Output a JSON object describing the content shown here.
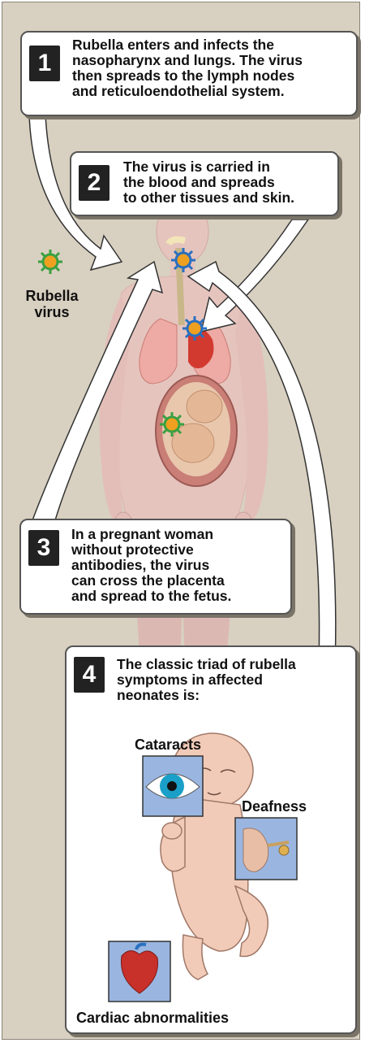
{
  "steps": [
    {
      "number": "1",
      "lines": [
        "Rubella enters and infects the",
        "nasopharynx and lungs. The virus",
        "then spreads to the lymph nodes",
        "and reticuloendothelial system."
      ]
    },
    {
      "number": "2",
      "lines": [
        "The virus is carried in",
        "the blood and spreads",
        "to other tissues and skin."
      ]
    },
    {
      "number": "3",
      "lines": [
        "In a pregnant woman",
        "without protective",
        "antibodies, the virus",
        "can cross the placenta",
        "and spread to the fetus."
      ]
    },
    {
      "number": "4",
      "lines": [
        "The classic triad of rubella",
        "symptoms in affected",
        "neonates is:"
      ]
    }
  ],
  "virus_label": [
    "Rubella",
    "virus"
  ],
  "symptoms": {
    "cataracts": "Cataracts",
    "deafness": "Deafness",
    "cardiac": "Cardiac abnormalities"
  },
  "colors": {
    "background": "#d8d0c0",
    "body": "#e6c4be",
    "virus_green": "#3aa040",
    "virus_orange": "#f0a020",
    "virus_blue": "#2a6fc0",
    "inset_blue": "#9ab6e0"
  }
}
